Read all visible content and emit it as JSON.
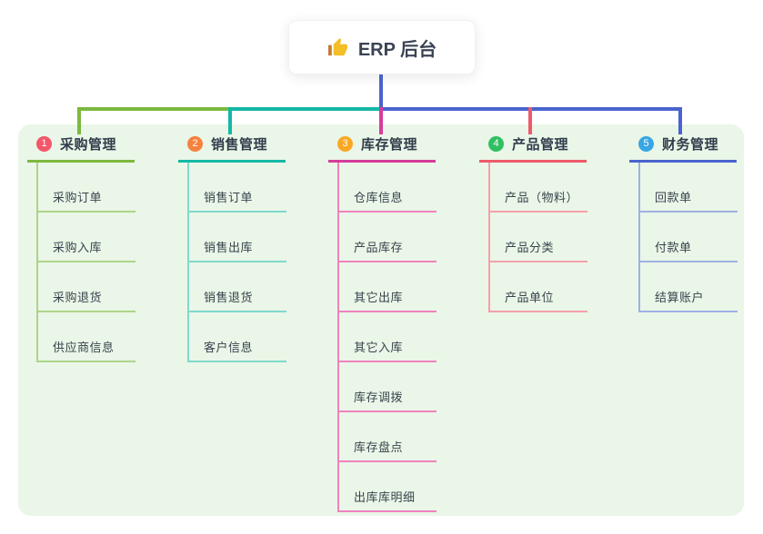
{
  "root": {
    "label": "ERP 后台",
    "icon": "thumbs-up-icon",
    "icon_color": "#F3BE27",
    "icon_cuff_color": "#C77B34"
  },
  "panel": {
    "bg": "#EAF6E7"
  },
  "connector": {
    "stem_color": "#4A63CE",
    "trunk_segments": [
      {
        "color": "#7CB93F"
      },
      {
        "color": "#14B8A6"
      },
      {
        "color": "#4A63CE"
      }
    ],
    "drop_colors": [
      "#7CB93F",
      "#14B8A6",
      "#D63C9C",
      "#EE5A6B",
      "#4A63CE"
    ]
  },
  "branches": [
    {
      "index": "1",
      "label": "采购管理",
      "badge_color": "#F4566A",
      "line_color": "#7CB93F",
      "sub_line_color": "#ADD489",
      "items": [
        "采购订单",
        "采购入库",
        "采购退货",
        "供应商信息"
      ]
    },
    {
      "index": "2",
      "label": "销售管理",
      "badge_color": "#F5823F",
      "line_color": "#14B8A6",
      "sub_line_color": "#7FD9CC",
      "items": [
        "销售订单",
        "销售出库",
        "销售退货",
        "客户信息"
      ]
    },
    {
      "index": "3",
      "label": "库存管理",
      "badge_color": "#F9A825",
      "line_color": "#D63C9C",
      "sub_line_color": "#EF82BE",
      "items": [
        "仓库信息",
        "产品库存",
        "其它出库",
        "其它入库",
        "库存调拨",
        "库存盘点",
        "出库库明细"
      ]
    },
    {
      "index": "4",
      "label": "产品管理",
      "badge_color": "#30BF62",
      "line_color": "#EE5A6B",
      "sub_line_color": "#F5A0AA",
      "items": [
        "产品（物料）",
        "产品分类",
        "产品单位"
      ]
    },
    {
      "index": "5",
      "label": "财务管理",
      "badge_color": "#38A6E3",
      "line_color": "#4A63CE",
      "sub_line_color": "#9FB0E4",
      "items": [
        "回款单",
        "付款单",
        "结算账户"
      ]
    }
  ]
}
